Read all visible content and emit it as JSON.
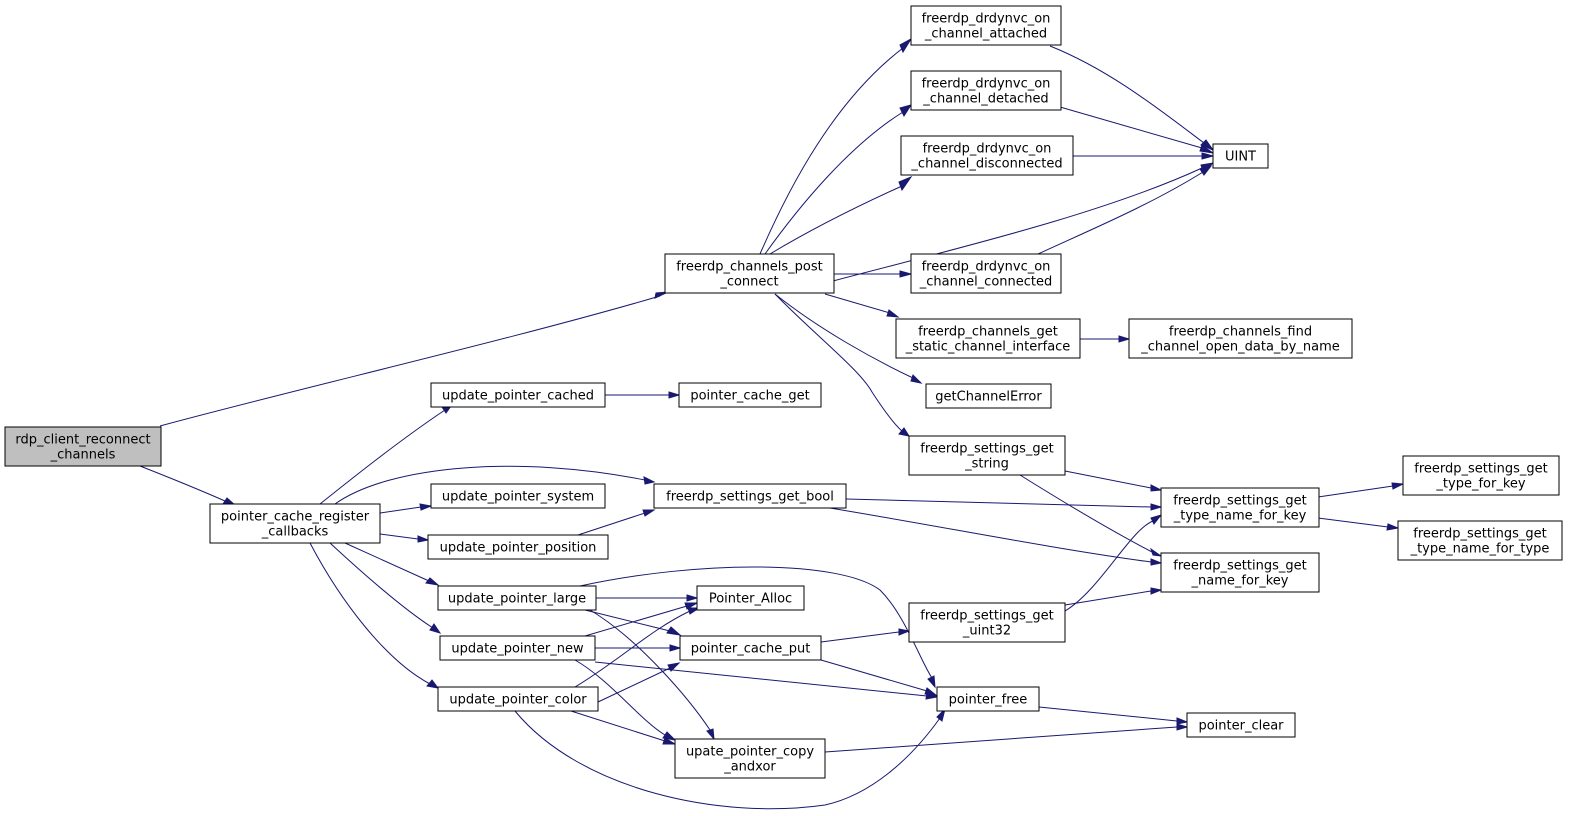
{
  "colors": {
    "edge": "#191970",
    "node_fill": "#ffffff",
    "root_fill": "#bfbfbf",
    "border": "#000000"
  },
  "nodes": {
    "rdp_client_reconnect_channels": [
      "rdp_client_reconnect",
      "_channels"
    ],
    "freerdp_channels_post_connect": [
      "freerdp_channels_post",
      "_connect"
    ],
    "pointer_cache_register_callbacks": [
      "pointer_cache_register",
      "_callbacks"
    ],
    "freerdp_drdynvc_on_channel_attached": [
      "freerdp_drdynvc_on",
      "_channel_attached"
    ],
    "freerdp_drdynvc_on_channel_detached": [
      "freerdp_drdynvc_on",
      "_channel_detached"
    ],
    "freerdp_drdynvc_on_channel_disconnected": [
      "freerdp_drdynvc_on",
      "_channel_disconnected"
    ],
    "UINT": [
      "UINT"
    ],
    "freerdp_drdynvc_on_channel_connected": [
      "freerdp_drdynvc_on",
      "_channel_connected"
    ],
    "freerdp_channels_get_static_channel_interface": [
      "freerdp_channels_get",
      "_static_channel_interface"
    ],
    "freerdp_channels_find_channel_open_data_by_name": [
      "freerdp_channels_find",
      "_channel_open_data_by_name"
    ],
    "getChannelError": [
      "getChannelError"
    ],
    "freerdp_settings_get_string": [
      "freerdp_settings_get",
      "_string"
    ],
    "freerdp_settings_get_type_name_for_key": [
      "freerdp_settings_get",
      "_type_name_for_key"
    ],
    "freerdp_settings_get_type_for_key": [
      "freerdp_settings_get",
      "_type_for_key"
    ],
    "freerdp_settings_get_type_name_for_type": [
      "freerdp_settings_get",
      "_type_name_for_type"
    ],
    "freerdp_settings_get_name_for_key": [
      "freerdp_settings_get",
      "_name_for_key"
    ],
    "update_pointer_cached": [
      "update_pointer_cached"
    ],
    "pointer_cache_get": [
      "pointer_cache_get"
    ],
    "update_pointer_system": [
      "update_pointer_system"
    ],
    "freerdp_settings_get_bool": [
      "freerdp_settings_get_bool"
    ],
    "update_pointer_position": [
      "update_pointer_position"
    ],
    "update_pointer_large": [
      "update_pointer_large"
    ],
    "Pointer_Alloc": [
      "Pointer_Alloc"
    ],
    "update_pointer_new": [
      "update_pointer_new"
    ],
    "pointer_cache_put": [
      "pointer_cache_put"
    ],
    "freerdp_settings_get_uint32": [
      "freerdp_settings_get",
      "_uint32"
    ],
    "update_pointer_color": [
      "update_pointer_color"
    ],
    "pointer_free": [
      "pointer_free"
    ],
    "pointer_clear": [
      "pointer_clear"
    ],
    "upate_pointer_copy_andxor": [
      "upate_pointer_copy",
      "_andxor"
    ]
  }
}
